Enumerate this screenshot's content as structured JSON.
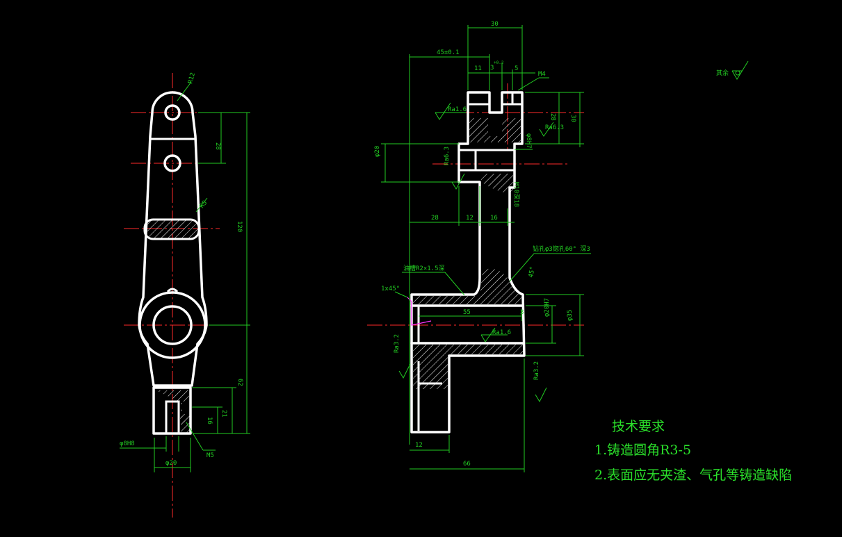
{
  "left_view": {
    "dims": {
      "r12": "R12",
      "d28": "28",
      "d120": "120",
      "r5": "R5",
      "d62": "62",
      "d21": "21",
      "d16": "16",
      "phi8h8": "φ8H8",
      "phi20": "φ20",
      "m5": "M5"
    }
  },
  "right_view": {
    "dims": {
      "d30_top": "30",
      "d45": "45±0.1",
      "d11": "11",
      "d3tol": "3",
      "tol": "+0.2",
      "d5": "5",
      "m4": "M4",
      "ra16_a": "Ra1.6",
      "ra63_a": "Ra6.3",
      "d28_v": "28",
      "d30_v": "30",
      "phi8h7": "φ8H7",
      "phi20": "φ20",
      "ra63_b": "Ra6.3",
      "m10": "M10深18",
      "d28_h": "28",
      "d12_h": "12",
      "d16_h": "16",
      "hole_note": "钻孔φ3锪孔60° 深3",
      "oil_note": "油槽R2×1.5深",
      "d45deg": "45°",
      "chamfer": "1x45°",
      "d55": "55",
      "d3": "3",
      "phi20h7": "φ20H7",
      "phi35": "φ35",
      "ra16_b": "Ra1.6",
      "ra32_a": "Ra3.2",
      "ra32_b": "Ra3.2",
      "d12_b": "12",
      "d66": "66"
    }
  },
  "surface_note": "其余",
  "requirements": {
    "title": "技术要求",
    "item1": "1.铸造圆角R3-5",
    "item2": "2.表面应无夹渣、气孔等铸造缺陷"
  }
}
